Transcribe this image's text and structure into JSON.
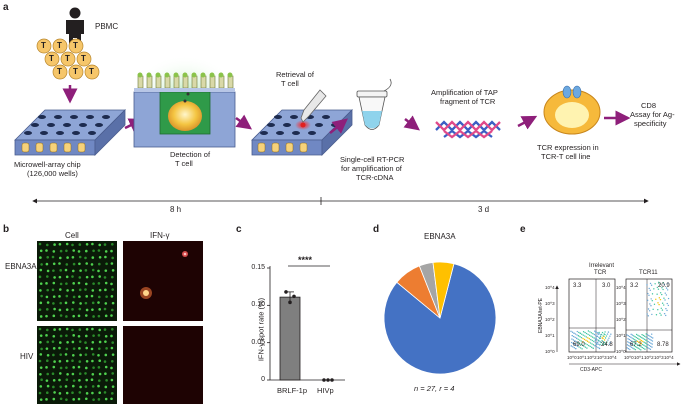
{
  "panels": {
    "a": "a",
    "b": "b",
    "c": "c",
    "d": "d",
    "e": "e"
  },
  "workflow": {
    "pbmc": "PBMC",
    "t_letter": "T",
    "chip_label_1": "Microwell-array chip",
    "chip_label_2": "(126,000 wells)",
    "detection_1": "Detection of",
    "detection_2": "T cell",
    "retrieval_1": "Retrieval of",
    "retrieval_2": "T cell",
    "rtpcr_1": "Single-cell RT-PCR",
    "rtpcr_2": "for amplification of",
    "rtpcr_3": "TCR-cDNA",
    "amp_1": "Amplification of TAP",
    "amp_2": "fragment of TCR",
    "expr_1": "TCR expression in",
    "expr_2": "TCR-T cell line",
    "cd8_1": "CD8",
    "cd8_2": "Assay for Ag-",
    "cd8_3": "specificity",
    "time_1": "8 h",
    "time_2": "3 d"
  },
  "panel_b": {
    "col_cell": "Cell",
    "col_ifn": "IFN-γ",
    "row_1": "EBNA3A",
    "row_2": "HIV"
  },
  "chart_data": [
    {
      "type": "bar",
      "categories": [
        "BRLF-1p",
        "HIVp"
      ],
      "values": [
        0.111,
        0.0
      ],
      "points": [
        [
          0.118,
          0.104,
          0.112
        ],
        [
          0,
          0,
          0
        ]
      ],
      "ylabel": "IFN-γ spot rate (%)",
      "yticks": [
        "0",
        "0.05",
        "0.10",
        "0.15"
      ],
      "ylim": [
        0,
        0.15
      ],
      "significance": "****",
      "bar_colors": [
        "#7f7f7f",
        "#7f7f7f"
      ]
    },
    {
      "type": "pie",
      "title": "EBNA3A",
      "slices": [
        {
          "value": 0.82,
          "color": "#4472c4"
        },
        {
          "value": 0.08,
          "color": "#ed7d31"
        },
        {
          "value": 0.04,
          "color": "#a5a5a5"
        },
        {
          "value": 0.06,
          "color": "#ffc000"
        }
      ],
      "caption": "n = 27, r = 4"
    }
  ],
  "panel_e": {
    "ylabel": "EBNA3A/tet-PE",
    "xlabel": "CD3-APC",
    "plot1_title_1": "Irrelevant",
    "plot1_title_2": "TCR",
    "plot1_quadrants": [
      "3.3",
      "3.0",
      "69.0",
      "24.8"
    ],
    "plot2_title": "TCR11",
    "plot2_quadrants": [
      "3.2",
      "20.9",
      "67.2",
      "8.78"
    ],
    "tick_labels": [
      "10^0",
      "10^1",
      "10^2",
      "10^3",
      "10^4"
    ]
  }
}
